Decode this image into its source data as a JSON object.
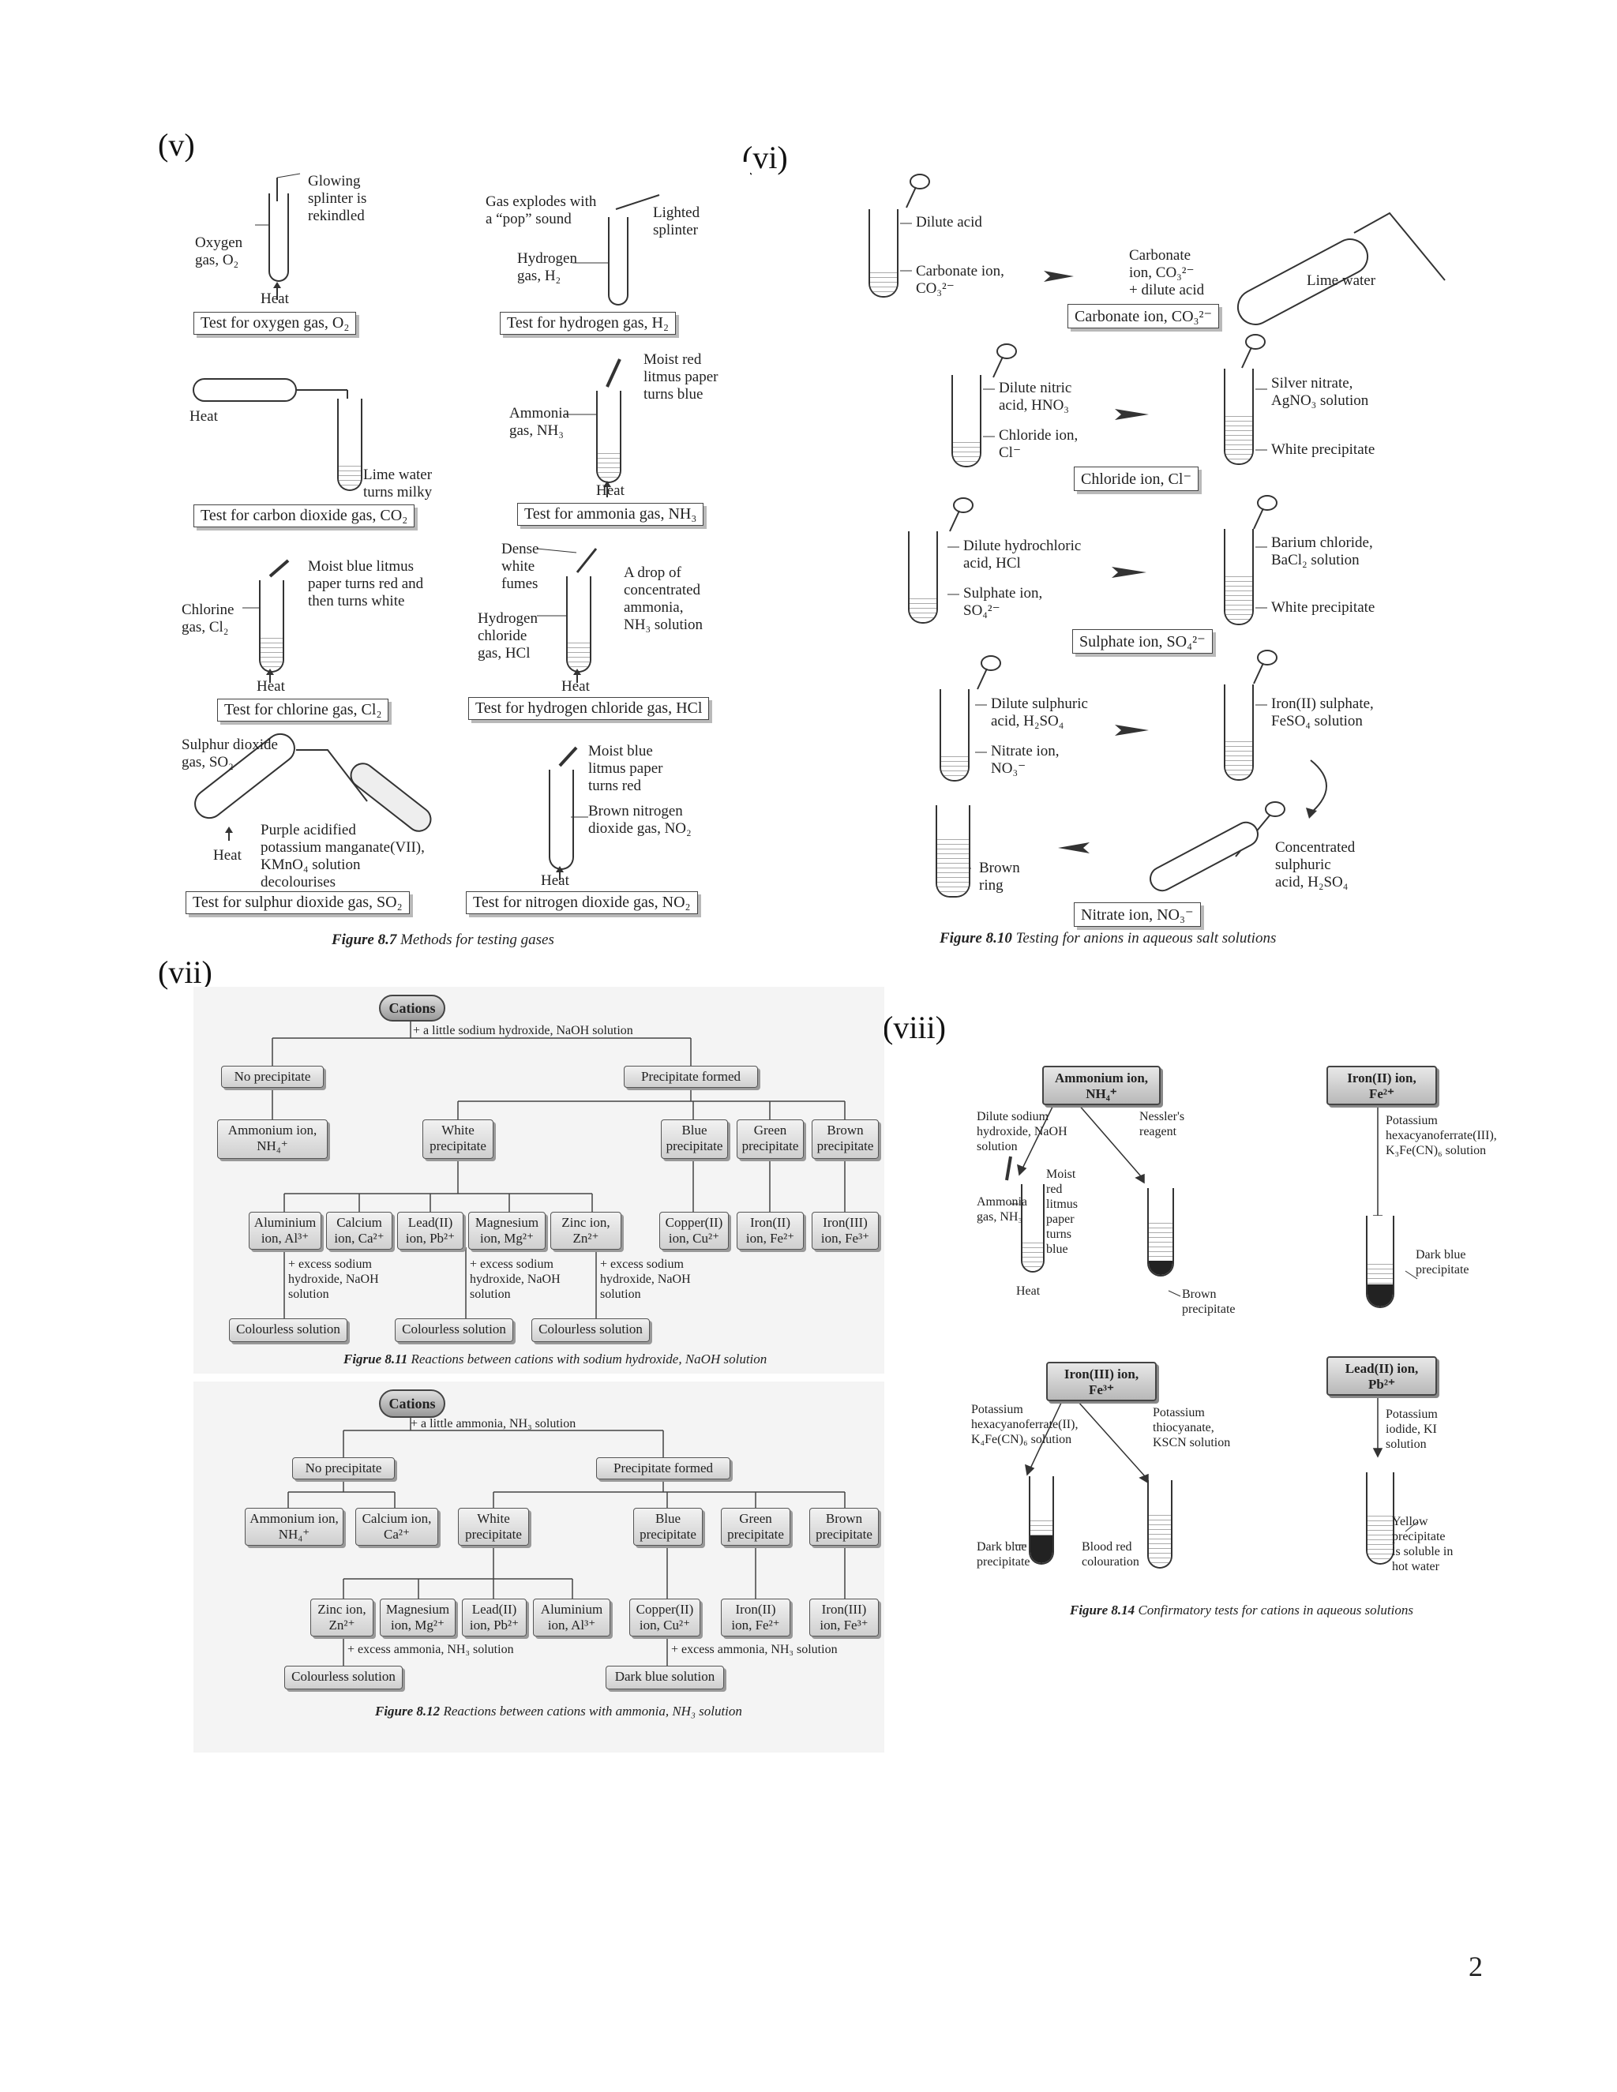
{
  "roman": {
    "v": "(v)",
    "vi": "(vi)",
    "vii": "(vii)",
    "viii": "(viii)"
  },
  "page_number": "2",
  "fig87": {
    "caption_num": "Figure 8.7",
    "caption_text": "Methods for testing gases",
    "o2": {
      "caption": "Test for oxygen gas, O₂",
      "splinter": "Glowing\nsplinter is\nrekindled",
      "gas": "Oxygen\ngas, O₂",
      "heat": "Heat"
    },
    "h2": {
      "caption": "Test for hydrogen gas, H₂",
      "pop": "Gas explodes with\na “pop” sound",
      "splinter": "Lighted\nsplinter",
      "gas": "Hydrogen\ngas, H₂"
    },
    "co2": {
      "caption": "Test for carbon dioxide gas, CO₂",
      "heat": "Heat",
      "lime": "Lime water\nturns milky"
    },
    "nh3": {
      "caption": "Test for ammonia gas, NH₃",
      "paper": "Moist red\nlitmus paper\nturns blue",
      "gas": "Ammonia\ngas, NH₃",
      "heat": "Heat"
    },
    "cl2": {
      "caption": "Test for chlorine gas, Cl₂",
      "paper": "Moist blue litmus\npaper turns red and\nthen turns white",
      "gas": "Chlorine\ngas, Cl₂",
      "heat": "Heat"
    },
    "hcl": {
      "caption": "Test for hydrogen chloride gas, HCl",
      "fumes": "Dense\nwhite\nfumes",
      "drop": "A drop of\nconcentrated\nammonia,\nNH₃ solution",
      "gas": "Hydrogen\nchloride\ngas, HCl",
      "heat": "Heat"
    },
    "so2": {
      "caption": "Test for sulphur dioxide gas, SO₂",
      "gas": "Sulphur dioxide\ngas, SO₂",
      "kmno4": "Purple acidified\npotassium manganate(VII),\nKMnO₄ solution\ndecolourises",
      "heat": "Heat"
    },
    "no2": {
      "caption": "Test for nitrogen dioxide gas, NO₂",
      "paper": "Moist blue\nlitmus paper\nturns red",
      "gas": "Brown nitrogen\ndioxide gas, NO₂",
      "heat": "Heat"
    }
  },
  "fig810": {
    "caption_num": "Figure 8.10",
    "caption_text": "Testing for anions in aqueous salt solutions",
    "carbonate": {
      "acid": "Dilute acid",
      "ion": "Carbonate ion,\nCO₃²⁻",
      "mix": "Carbonate\nion, CO₃²⁻\n+ dilute acid",
      "lime": "Lime water",
      "caption": "Carbonate ion, CO₃²⁻"
    },
    "chloride": {
      "acid": "Dilute nitric\nacid, HNO₃",
      "ion": "Chloride ion,\nCl⁻",
      "reagent": "Silver nitrate,\nAgNO₃ solution",
      "ppt": "White precipitate",
      "caption": "Chloride ion, Cl⁻"
    },
    "sulphate": {
      "acid": "Dilute hydrochloric\nacid, HCl",
      "ion": "Sulphate ion,\nSO₄²⁻",
      "reagent": "Barium chloride,\nBaCl₂ solution",
      "ppt": "White precipitate",
      "caption": "Sulphate ion, SO₄²⁻"
    },
    "nitrate": {
      "acid": "Dilute sulphuric\nacid, H₂SO₄",
      "ion": "Nitrate ion,\nNO₃⁻",
      "reagent": "Iron(II) sulphate,\nFeSO₄ solution",
      "conc": "Concentrated\nsulphuric\nacid, H₂SO₄",
      "ring": "Brown\nring",
      "caption": "Nitrate ion, NO₃⁻"
    }
  },
  "fig811": {
    "caption_num": "Figrue 8.11",
    "caption_text": "Reactions between cations with sodium hydroxide, NaOH solution",
    "root": "Cations",
    "reagent": "+ a little sodium hydroxide, NaOH solution",
    "no_ppt": "No precipitate",
    "ppt_formed": "Precipitate formed",
    "ammonium": "Ammonium ion,\nNH₄⁺",
    "white": "White\nprecipitate",
    "blue": "Blue\nprecipitate",
    "green": "Green\nprecipitate",
    "brown": "Brown\nprecipitate",
    "al": "Aluminium\nion, Al³⁺",
    "ca": "Calcium\nion, Ca²⁺",
    "pb": "Lead(II)\nion, Pb²⁺",
    "mg": "Magnesium\nion, Mg²⁺",
    "zn": "Zinc ion,\nZn²⁺",
    "cu": "Copper(II)\nion, Cu²⁺",
    "fe2": "Iron(II)\nion, Fe²⁺",
    "fe3": "Iron(III)\nion, Fe³⁺",
    "excess1": "+ excess sodium\nhydroxide, NaOH\nsolution",
    "excess2": "+ excess sodium\nhydroxide, NaOH\nsolution",
    "excess3": "+ excess sodium\nhydroxide, NaOH\nsolution",
    "colourless1": "Colourless solution",
    "colourless2": "Colourless solution",
    "colourless3": "Colourless solution"
  },
  "fig812": {
    "caption_num": "Figure 8.12",
    "caption_text": "Reactions between cations with ammonia, NH₃ solution",
    "root": "Cations",
    "reagent": "+ a little ammonia, NH₃ solution",
    "no_ppt": "No precipitate",
    "ppt_formed": "Precipitate formed",
    "ammonium": "Ammonium ion,\nNH₄⁺",
    "ca": "Calcium ion,\nCa²⁺",
    "white": "White\nprecipitate",
    "blue": "Blue\nprecipitate",
    "green": "Green\nprecipitate",
    "brown": "Brown\nprecipitate",
    "zn": "Zinc ion,\nZn²⁺",
    "mg": "Magnesium\nion, Mg²⁺",
    "pb": "Lead(II)\nion, Pb²⁺",
    "al": "Aluminium\nion, Al³⁺",
    "cu": "Copper(II)\nion, Cu²⁺",
    "fe2": "Iron(II)\nion, Fe²⁺",
    "fe3": "Iron(III)\nion, Fe³⁺",
    "excess_a": "+ excess ammonia, NH₃ solution",
    "excess_b": "+ excess ammonia, NH₃ solution",
    "colourless": "Colourless solution",
    "dark_blue": "Dark blue solution"
  },
  "fig814": {
    "caption_num": "Figure 8.14",
    "caption_text": "Confirmatory tests for cations in aqueous solutions",
    "nh4": {
      "head": "Ammonium ion,\nNH₄⁺",
      "naoh": "Dilute sodium\nhydroxide, NaOH\nsolution",
      "nessler": "Nessler's\nreagent",
      "gas": "Ammonia\ngas, NH₃",
      "paper": "Moist\nred\nlitmus\npaper\nturns\nblue",
      "heat": "Heat",
      "brown": "Brown\nprecipitate"
    },
    "fe2": {
      "head": "Iron(II) ion,\nFe²⁺",
      "reagent": "Potassium\nhexacyanoferrate(III),\nK₃Fe(CN)₆ solution",
      "ppt": "Dark blue\nprecipitate"
    },
    "fe3": {
      "head": "Iron(III) ion,\nFe³⁺",
      "reagent1": "Potassium\nhexacyanoferrate(II),\nK₄Fe(CN)₆ solution",
      "reagent2": "Potassium\nthiocyanate,\nKSCN solution",
      "ppt": "Dark blue\nprecipitate",
      "blood": "Blood red\ncolouration"
    },
    "pb": {
      "head": "Lead(II) ion,\nPb²⁺",
      "reagent": "Potassium\niodide, KI\nsolution",
      "ppt": "Yellow\nprecipitate\nis soluble in\nhot water"
    }
  }
}
